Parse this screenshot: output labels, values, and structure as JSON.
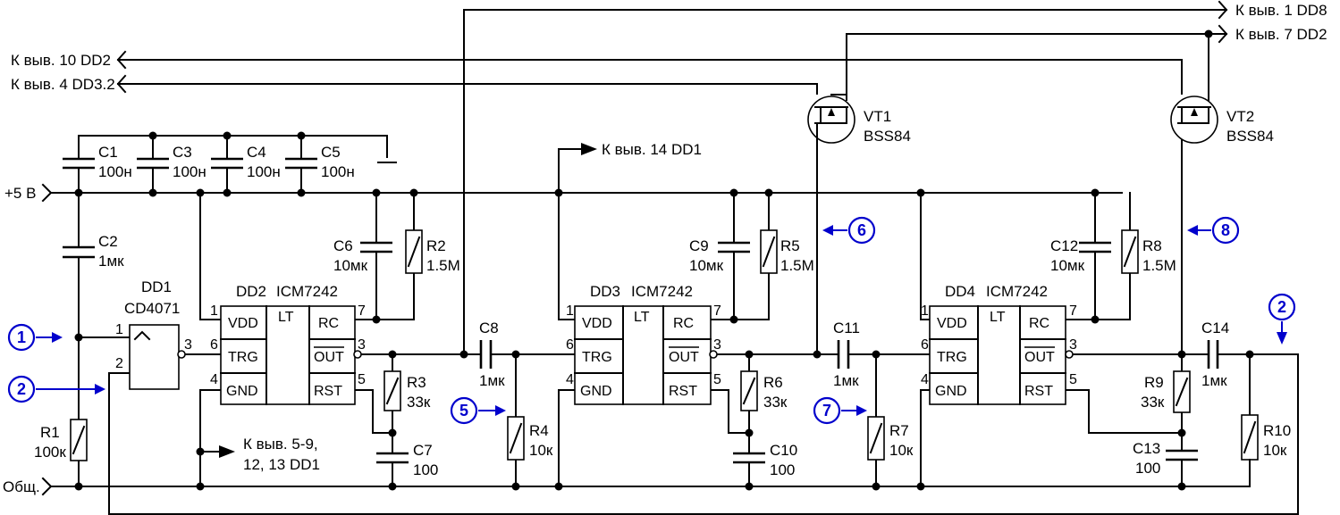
{
  "rails": {
    "power": "+5 В",
    "ground": "Общ."
  },
  "outputs": {
    "dd8_pin1": "К выв. 1 DD8",
    "dd2_pin7": "К выв. 7 DD2",
    "dd2_pin10": "К выв. 10 DD2",
    "dd3_pin4": "К выв. 4 DD3.2",
    "dd1_pin14": "К выв. 14 DD1",
    "dd1_pins_line1": "К выв. 5-9,",
    "dd1_pins_line2": "12, 13 DD1"
  },
  "capacitors": {
    "C1": {
      "name": "C1",
      "value": "100н"
    },
    "C3": {
      "name": "C3",
      "value": "100н"
    },
    "C4": {
      "name": "C4",
      "value": "100н"
    },
    "C5": {
      "name": "C5",
      "value": "100н"
    },
    "C2": {
      "name": "C2",
      "value": "1мк"
    },
    "C6": {
      "name": "C6",
      "value": "10мк"
    },
    "C7": {
      "name": "C7",
      "value": "100"
    },
    "C8": {
      "name": "C8",
      "value": "1мк"
    },
    "C9": {
      "name": "C9",
      "value": "10мк"
    },
    "C10": {
      "name": "C10",
      "value": "100"
    },
    "C11": {
      "name": "C11",
      "value": "1мк"
    },
    "C12": {
      "name": "C12",
      "value": "10мк"
    },
    "C13": {
      "name": "C13",
      "value": "100"
    },
    "C14": {
      "name": "C14",
      "value": "1мк"
    }
  },
  "resistors": {
    "R1": {
      "name": "R1",
      "value": "100к"
    },
    "R2": {
      "name": "R2",
      "value": "1.5M"
    },
    "R3": {
      "name": "R3",
      "value": "33к"
    },
    "R4": {
      "name": "R4",
      "value": "10к"
    },
    "R5": {
      "name": "R5",
      "value": "1.5M"
    },
    "R6": {
      "name": "R6",
      "value": "33к"
    },
    "R7": {
      "name": "R7",
      "value": "10к"
    },
    "R8": {
      "name": "R8",
      "value": "1.5M"
    },
    "R9": {
      "name": "R9",
      "value": "33к"
    },
    "R10": {
      "name": "R10",
      "value": "10к"
    }
  },
  "transistors": {
    "VT1": {
      "name": "VT1",
      "type": "BSS84"
    },
    "VT2": {
      "name": "VT2",
      "type": "BSS84"
    }
  },
  "dd1": {
    "name": "DD1",
    "type": "CD4071",
    "pin1": "1",
    "pin2": "2",
    "pin3": "3"
  },
  "timers": [
    {
      "name": "DD2",
      "type": "ICM7242"
    },
    {
      "name": "DD3",
      "type": "ICM7242"
    },
    {
      "name": "DD4",
      "type": "ICM7242"
    }
  ],
  "timer_pins": {
    "vdd": "VDD",
    "lt": "LT",
    "rc": "RC",
    "trg": "TRG",
    "out": "OUT",
    "gnd": "GND",
    "rst": "RST",
    "n1": "1",
    "n7": "7",
    "n6": "6",
    "n3": "3",
    "n4": "4",
    "n5": "5"
  },
  "test_points": [
    {
      "label": "1"
    },
    {
      "label": "2"
    },
    {
      "label": "2"
    },
    {
      "label": "5"
    },
    {
      "label": "6"
    },
    {
      "label": "7"
    },
    {
      "label": "8"
    }
  ]
}
